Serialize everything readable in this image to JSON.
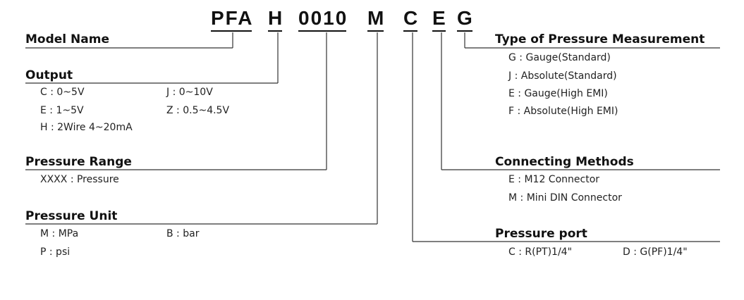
{
  "model_code": {
    "prefix": "PFA",
    "output": "H",
    "pressure_range": "0010",
    "pressure_unit": "M",
    "pressure_port": "C",
    "connecting_method": "E",
    "measurement_type": "G"
  },
  "model_name": {
    "heading": "Model Name"
  },
  "output": {
    "heading": "Output",
    "options": [
      "C : 0~5V",
      "J : 0~10V",
      "E : 1~5V",
      "Z : 0.5~4.5V",
      "H : 2Wire 4~20mA"
    ]
  },
  "pressure_range": {
    "heading": "Pressure Range",
    "options": [
      "XXXX : Pressure"
    ]
  },
  "pressure_unit": {
    "heading": "Pressure Unit",
    "options": [
      "M : MPa",
      "B : bar",
      "P : psi"
    ]
  },
  "measurement_type": {
    "heading": "Type of Pressure Measurement",
    "options": [
      "G : Gauge(Standard)",
      "J : Absolute(Standard)",
      "E : Gauge(High EMI)",
      "F : Absolute(High EMI)"
    ]
  },
  "connecting_methods": {
    "heading": "Connecting Methods",
    "options": [
      "E : M12 Connector",
      "M : Mini DIN Connector"
    ]
  },
  "pressure_port": {
    "heading": "Pressure port",
    "options": [
      "C : R(PT)1/4\"",
      "D : G(PF)1/4\""
    ]
  }
}
